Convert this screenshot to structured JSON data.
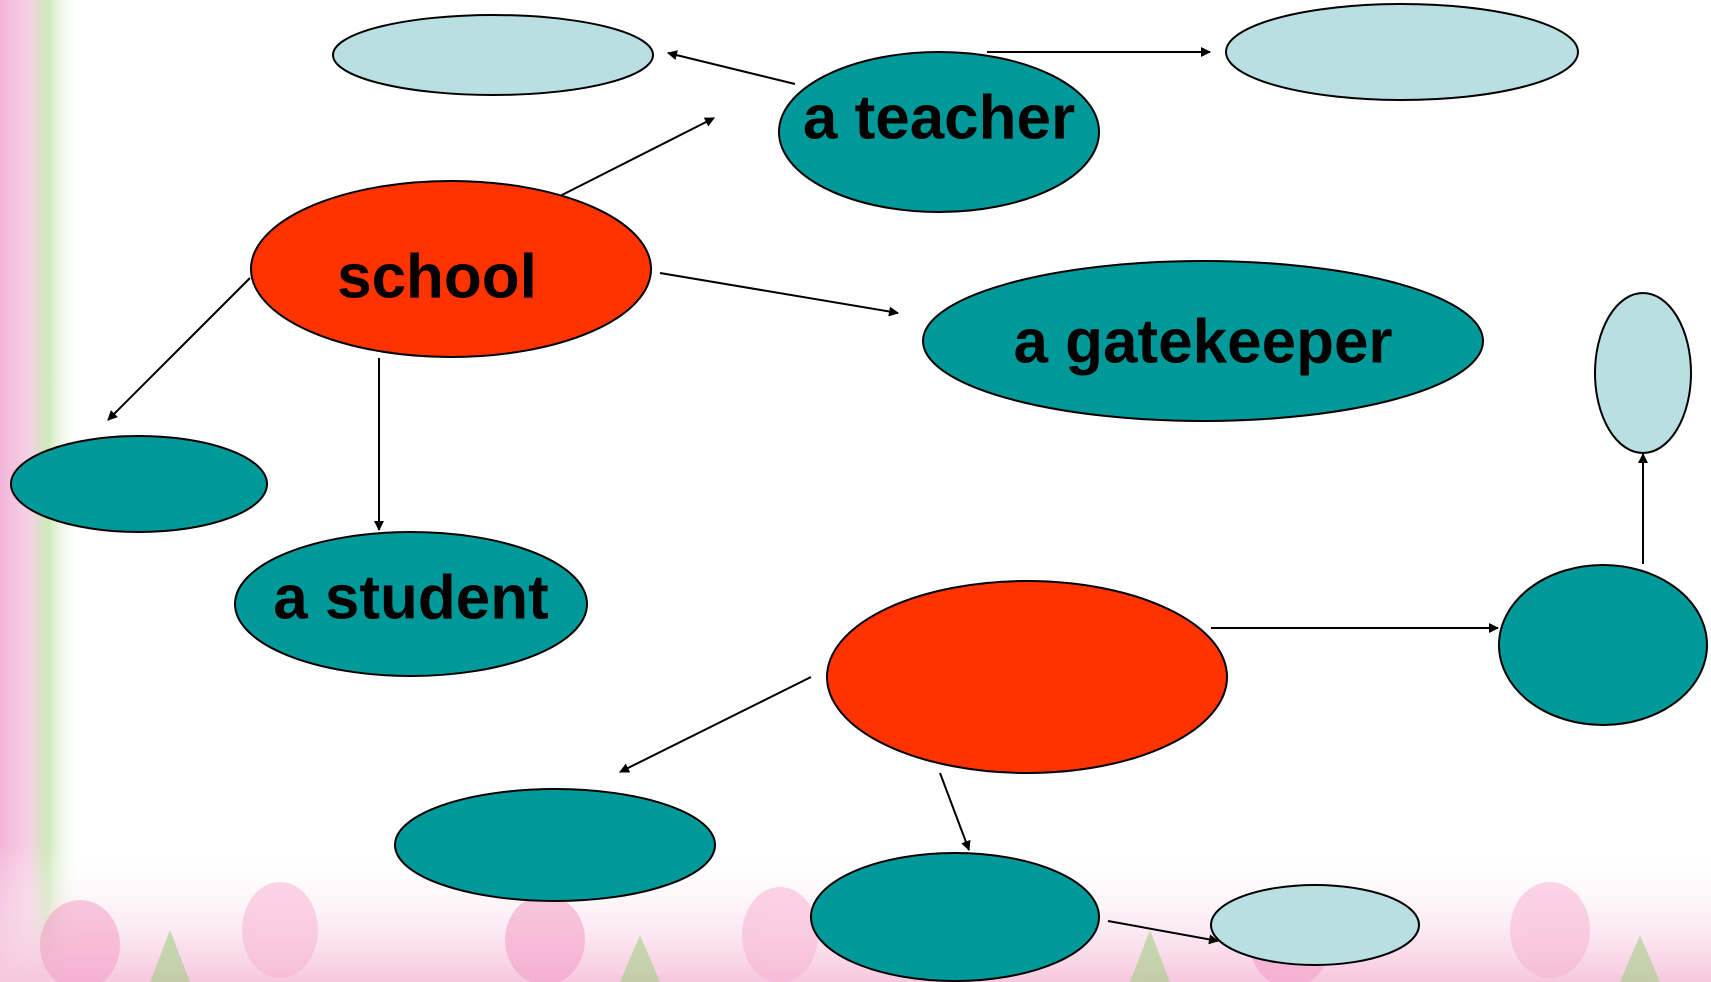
{
  "colors": {
    "center_node": "#ff3300",
    "primary_node": "#009999",
    "secondary_node": "#b9dfe2",
    "outline": "#000000",
    "arrow": "#000000",
    "background": "#ffffff"
  },
  "diagram": {
    "nodes": {
      "school": {
        "label": "school",
        "kind": "center"
      },
      "teacher": {
        "label": "a teacher",
        "kind": "primary"
      },
      "gatekeeper": {
        "label": "a gatekeeper",
        "kind": "primary"
      },
      "student": {
        "label": "a student",
        "kind": "primary"
      },
      "left_blank": {
        "label": "",
        "kind": "primary"
      },
      "teacher_left_blank": {
        "label": "",
        "kind": "secondary"
      },
      "teacher_right_blank": {
        "label": "",
        "kind": "secondary"
      },
      "second_center": {
        "label": "",
        "kind": "center"
      },
      "right_circle": {
        "label": "",
        "kind": "primary"
      },
      "top_right_small": {
        "label": "",
        "kind": "secondary"
      },
      "bottom_left_blank": {
        "label": "",
        "kind": "primary"
      },
      "bottom_mid_blank": {
        "label": "",
        "kind": "primary"
      },
      "bottom_right_small": {
        "label": "",
        "kind": "secondary"
      }
    }
  }
}
